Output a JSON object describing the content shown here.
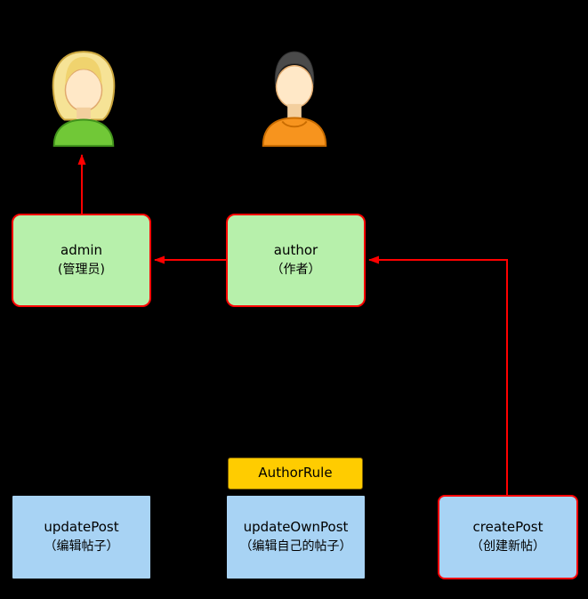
{
  "diagram": {
    "admin": {
      "label": "admin",
      "sublabel": "(管理员)"
    },
    "author": {
      "label": "author",
      "sublabel": "（作者）"
    },
    "author_rule": {
      "label": "AuthorRule"
    },
    "update_post": {
      "label": "updatePost",
      "sublabel": "（编辑帖子）"
    },
    "update_own_post": {
      "label": "updateOwnPost",
      "sublabel": "（编辑自己的帖子）"
    },
    "create_post": {
      "label": "createPost",
      "sublabel": "（创建新帖）"
    }
  },
  "icons": {
    "admin_avatar": "woman-avatar-icon",
    "author_avatar": "man-avatar-icon"
  },
  "colors": {
    "bg": "#000000",
    "role_fill": "#b7f0ab",
    "role_border": "#ff0000",
    "perm_fill": "#a8d3f4",
    "perm_border": "#000000",
    "rule_fill": "#ffcc00",
    "rule_border": "#806000",
    "arrow": "#ff0000",
    "text": "#000000"
  }
}
